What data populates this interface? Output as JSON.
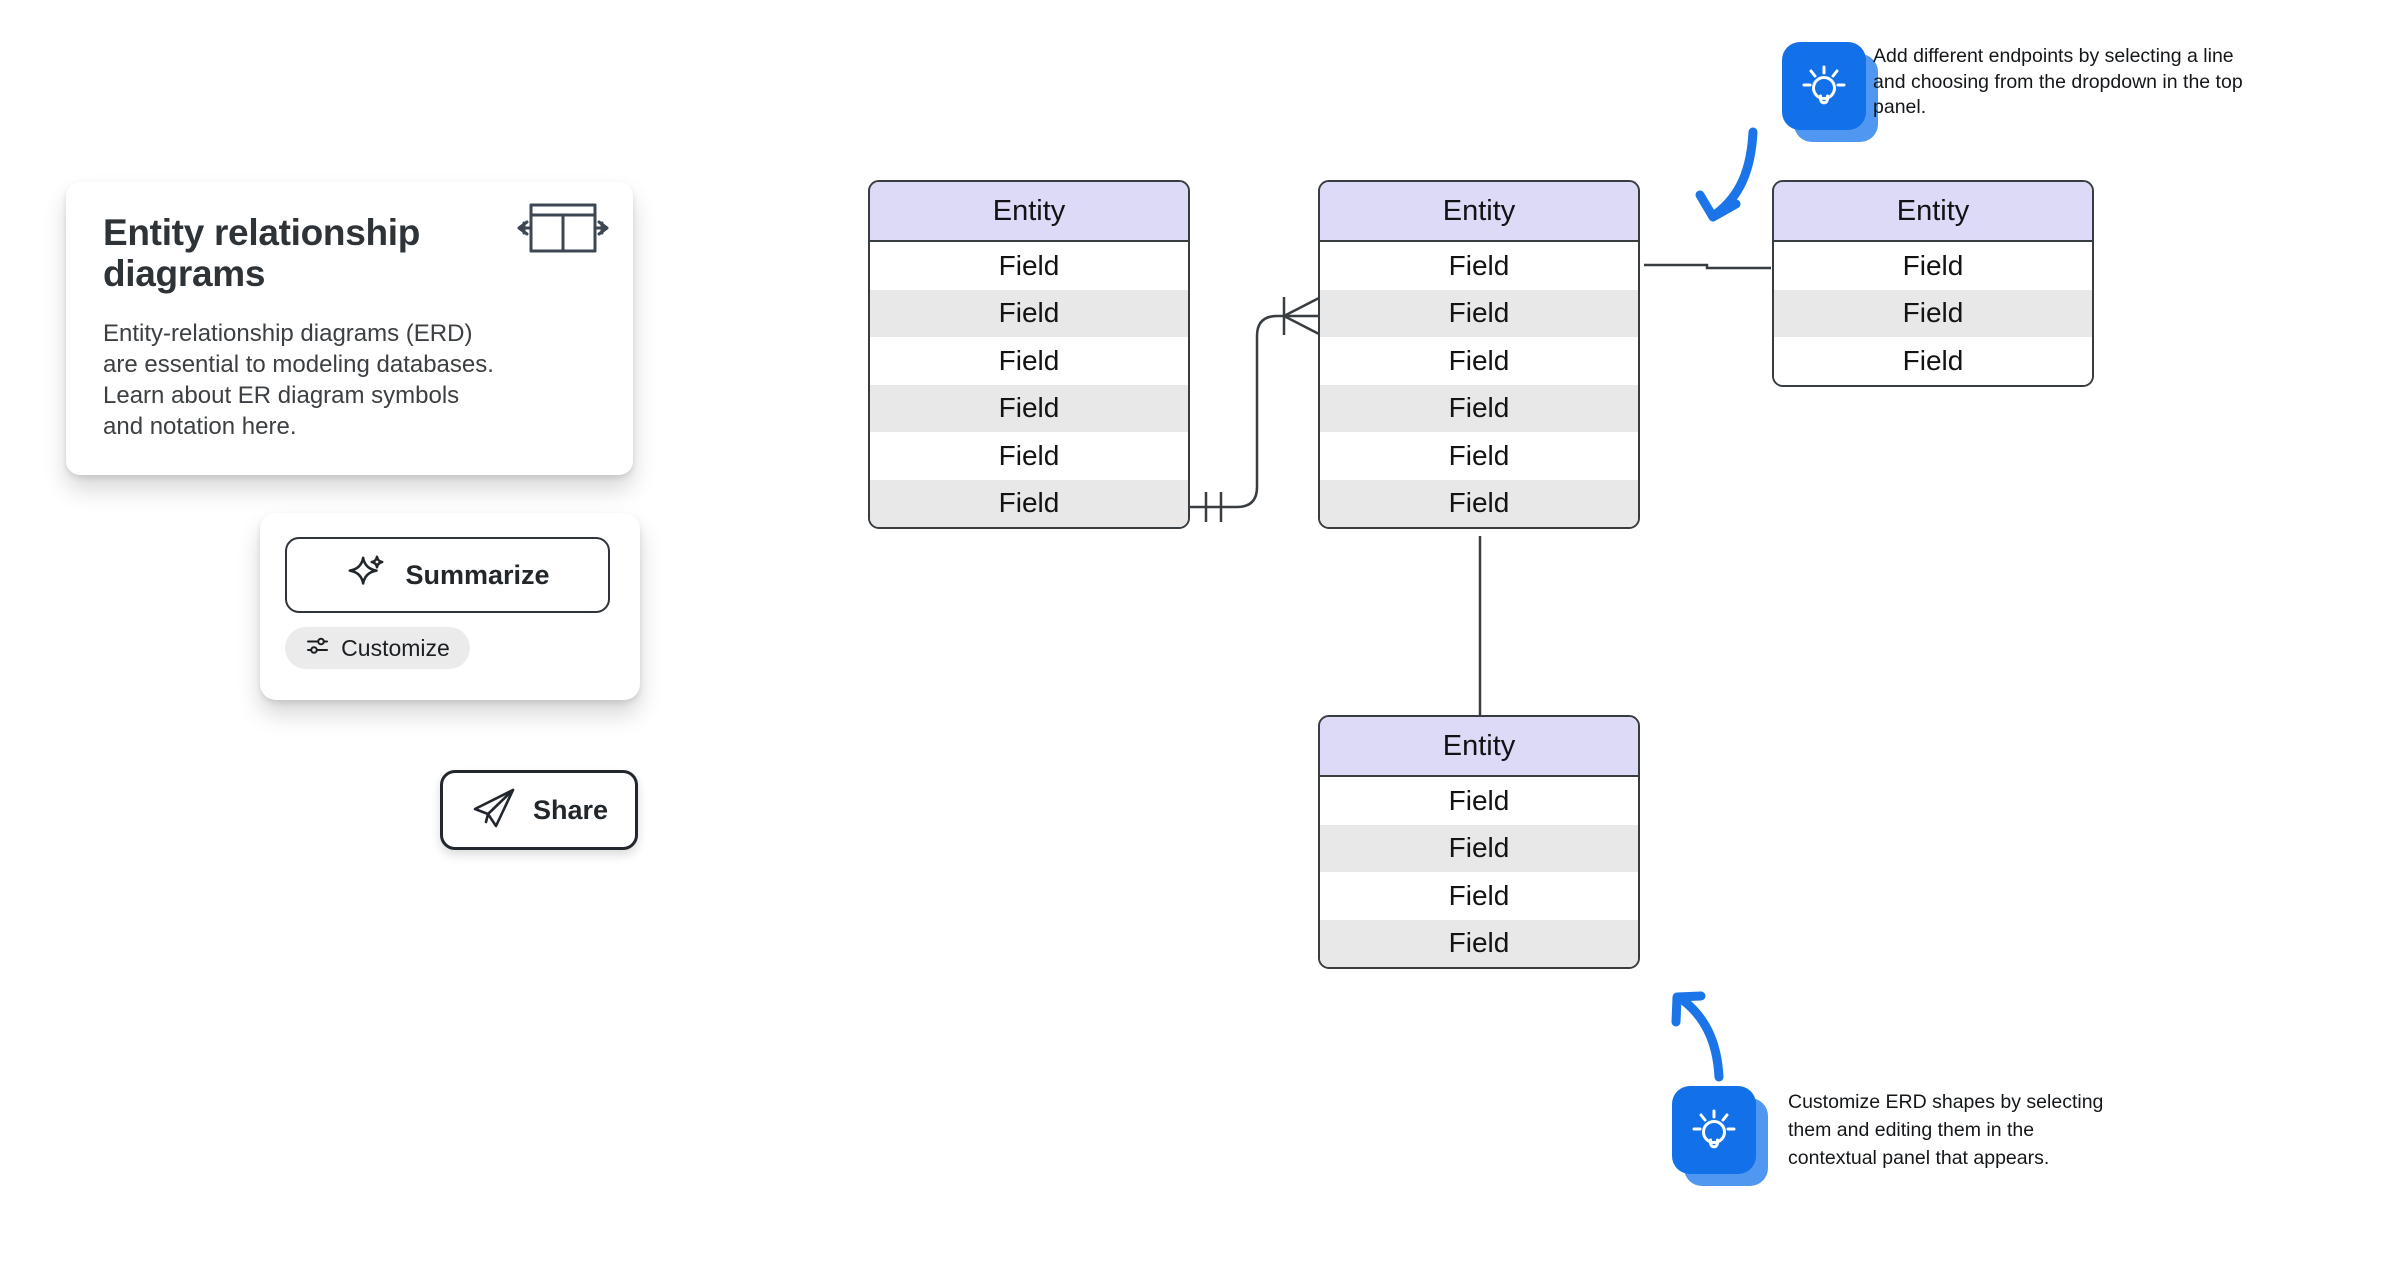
{
  "info_card": {
    "title": "Entity relationship diagrams",
    "body_lines": [
      "Entity-relationship diagrams (ERD)",
      "are essential to modeling databases.",
      "Learn about ER diagram symbols",
      "and notation here."
    ]
  },
  "actions_card": {
    "summarize_label": "Summarize",
    "customize_label": "Customize"
  },
  "share_button": {
    "label": "Share"
  },
  "tips": {
    "endpoints": {
      "lines": [
        "Add different endpoints by selecting a line",
        "and choosing from the dropdown in the top",
        "panel."
      ]
    },
    "customize": {
      "lines": [
        "Customize ERD shapes by selecting",
        "them and editing them in the",
        "contextual panel that appears."
      ]
    }
  },
  "entities": [
    {
      "title": "Entity",
      "fields": [
        "Field",
        "Field",
        "Field",
        "Field",
        "Field",
        "Field"
      ]
    },
    {
      "title": "Entity",
      "fields": [
        "Field",
        "Field",
        "Field",
        "Field",
        "Field",
        "Field"
      ]
    },
    {
      "title": "Entity",
      "fields": [
        "Field",
        "Field",
        "Field"
      ]
    },
    {
      "title": "Entity",
      "fields": [
        "Field",
        "Field",
        "Field",
        "Field"
      ]
    }
  ],
  "colors": {
    "accent_blue": "#1271e8",
    "accent_blue_light": "#4f97f0",
    "magenta": "#df2ba0",
    "entity_header": "#dcdaf7",
    "row_alt": "#e8e8e8",
    "line_dark": "#383d42"
  }
}
